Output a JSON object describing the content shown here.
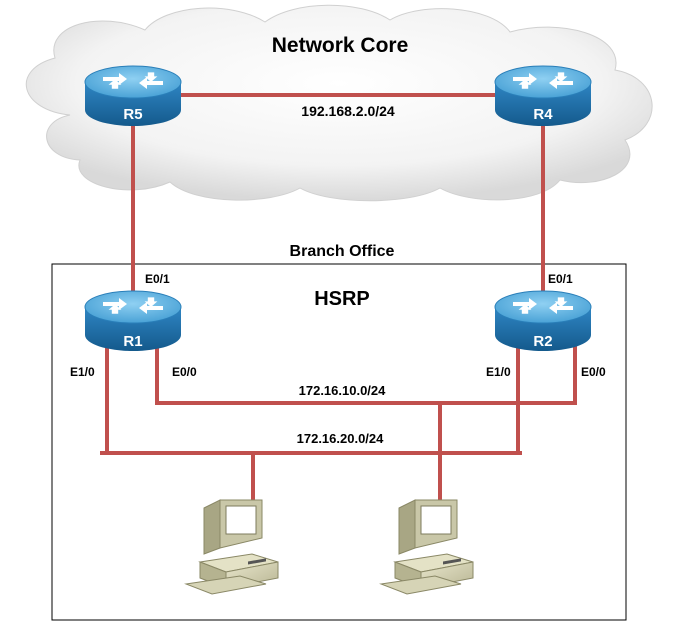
{
  "cloud": {
    "title": "Network Core"
  },
  "branch": {
    "title": "Branch Office",
    "protocol": "HSRP"
  },
  "routers": {
    "r5": {
      "label": "R5"
    },
    "r4": {
      "label": "R4"
    },
    "r1": {
      "label": "R1"
    },
    "r2": {
      "label": "R2"
    }
  },
  "networks": {
    "core": "192.168.2.0/24",
    "lan10": "172.16.10.0/24",
    "lan20": "172.16.20.0/24"
  },
  "interfaces": {
    "r1_e01": "E0/1",
    "r1_e10": "E1/0",
    "r1_e00": "E0/0",
    "r2_e01": "E0/1",
    "r2_e10": "E1/0",
    "r2_e00": "E0/0"
  },
  "colors": {
    "link": "#c0504d",
    "router_top": "#5fb4e2",
    "router_side": "#1d6fa8",
    "cloud": "#f2f2f2",
    "pc_body": "#d4d2b4"
  },
  "icons": {
    "router": "router-icon",
    "workstation": "workstation-icon",
    "cloud": "cloud-icon"
  }
}
